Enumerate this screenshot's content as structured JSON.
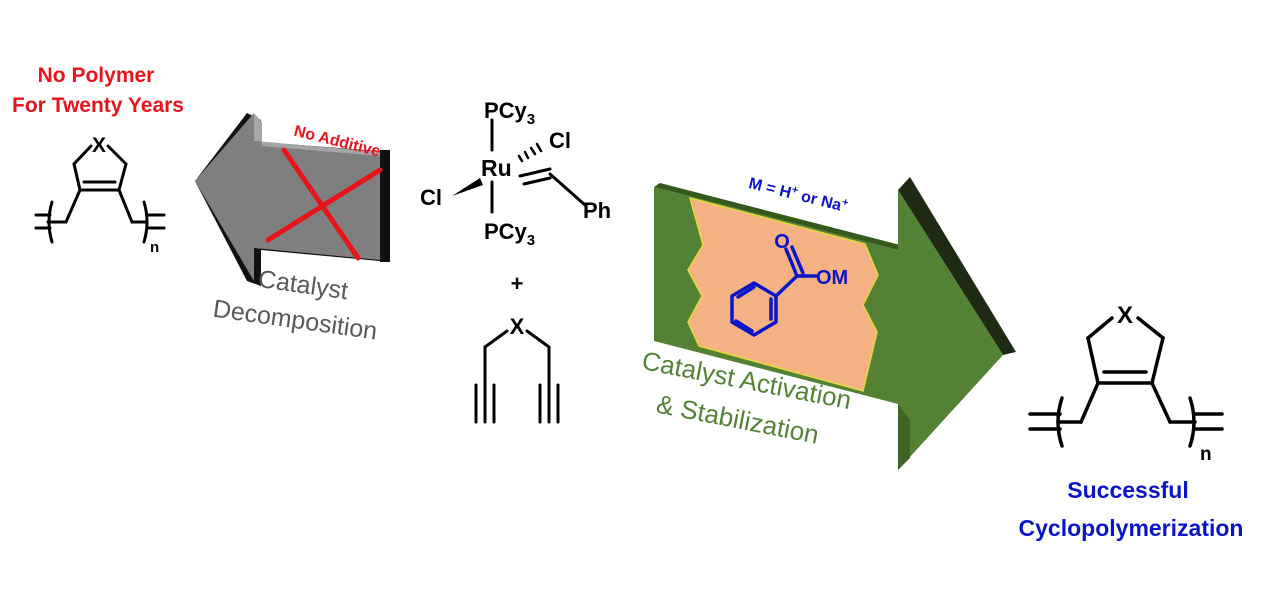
{
  "left_caption": {
    "line1": "No Polymer",
    "line2": "For Twenty Years",
    "color": "#e8141b"
  },
  "atom_x": "X",
  "subscript_n": "n",
  "left_arrow": {
    "additive_label": "No Additive",
    "caption_line1": "Catalyst",
    "caption_line2": "Decomposition",
    "caption_color": "#595959",
    "cross_color": "#e8141b"
  },
  "catalyst": {
    "pcy": "PCy",
    "three": "3",
    "ru": "Ru",
    "cl": "Cl",
    "ph": "Ph"
  },
  "plus": "+",
  "right_arrow": {
    "metal_label": "M = H⁺ or Na⁺",
    "om_label": "OM",
    "oxygen": "O",
    "caption_line1": "Catalyst Activation",
    "caption_line2": "& Stabilization",
    "caption_color": "#548235",
    "panel_color": "#f4b183",
    "arrow_color": "#548235"
  },
  "right_caption": {
    "line1": "Successful",
    "line2": "Cyclopolymerization",
    "color": "#0a14c8"
  }
}
